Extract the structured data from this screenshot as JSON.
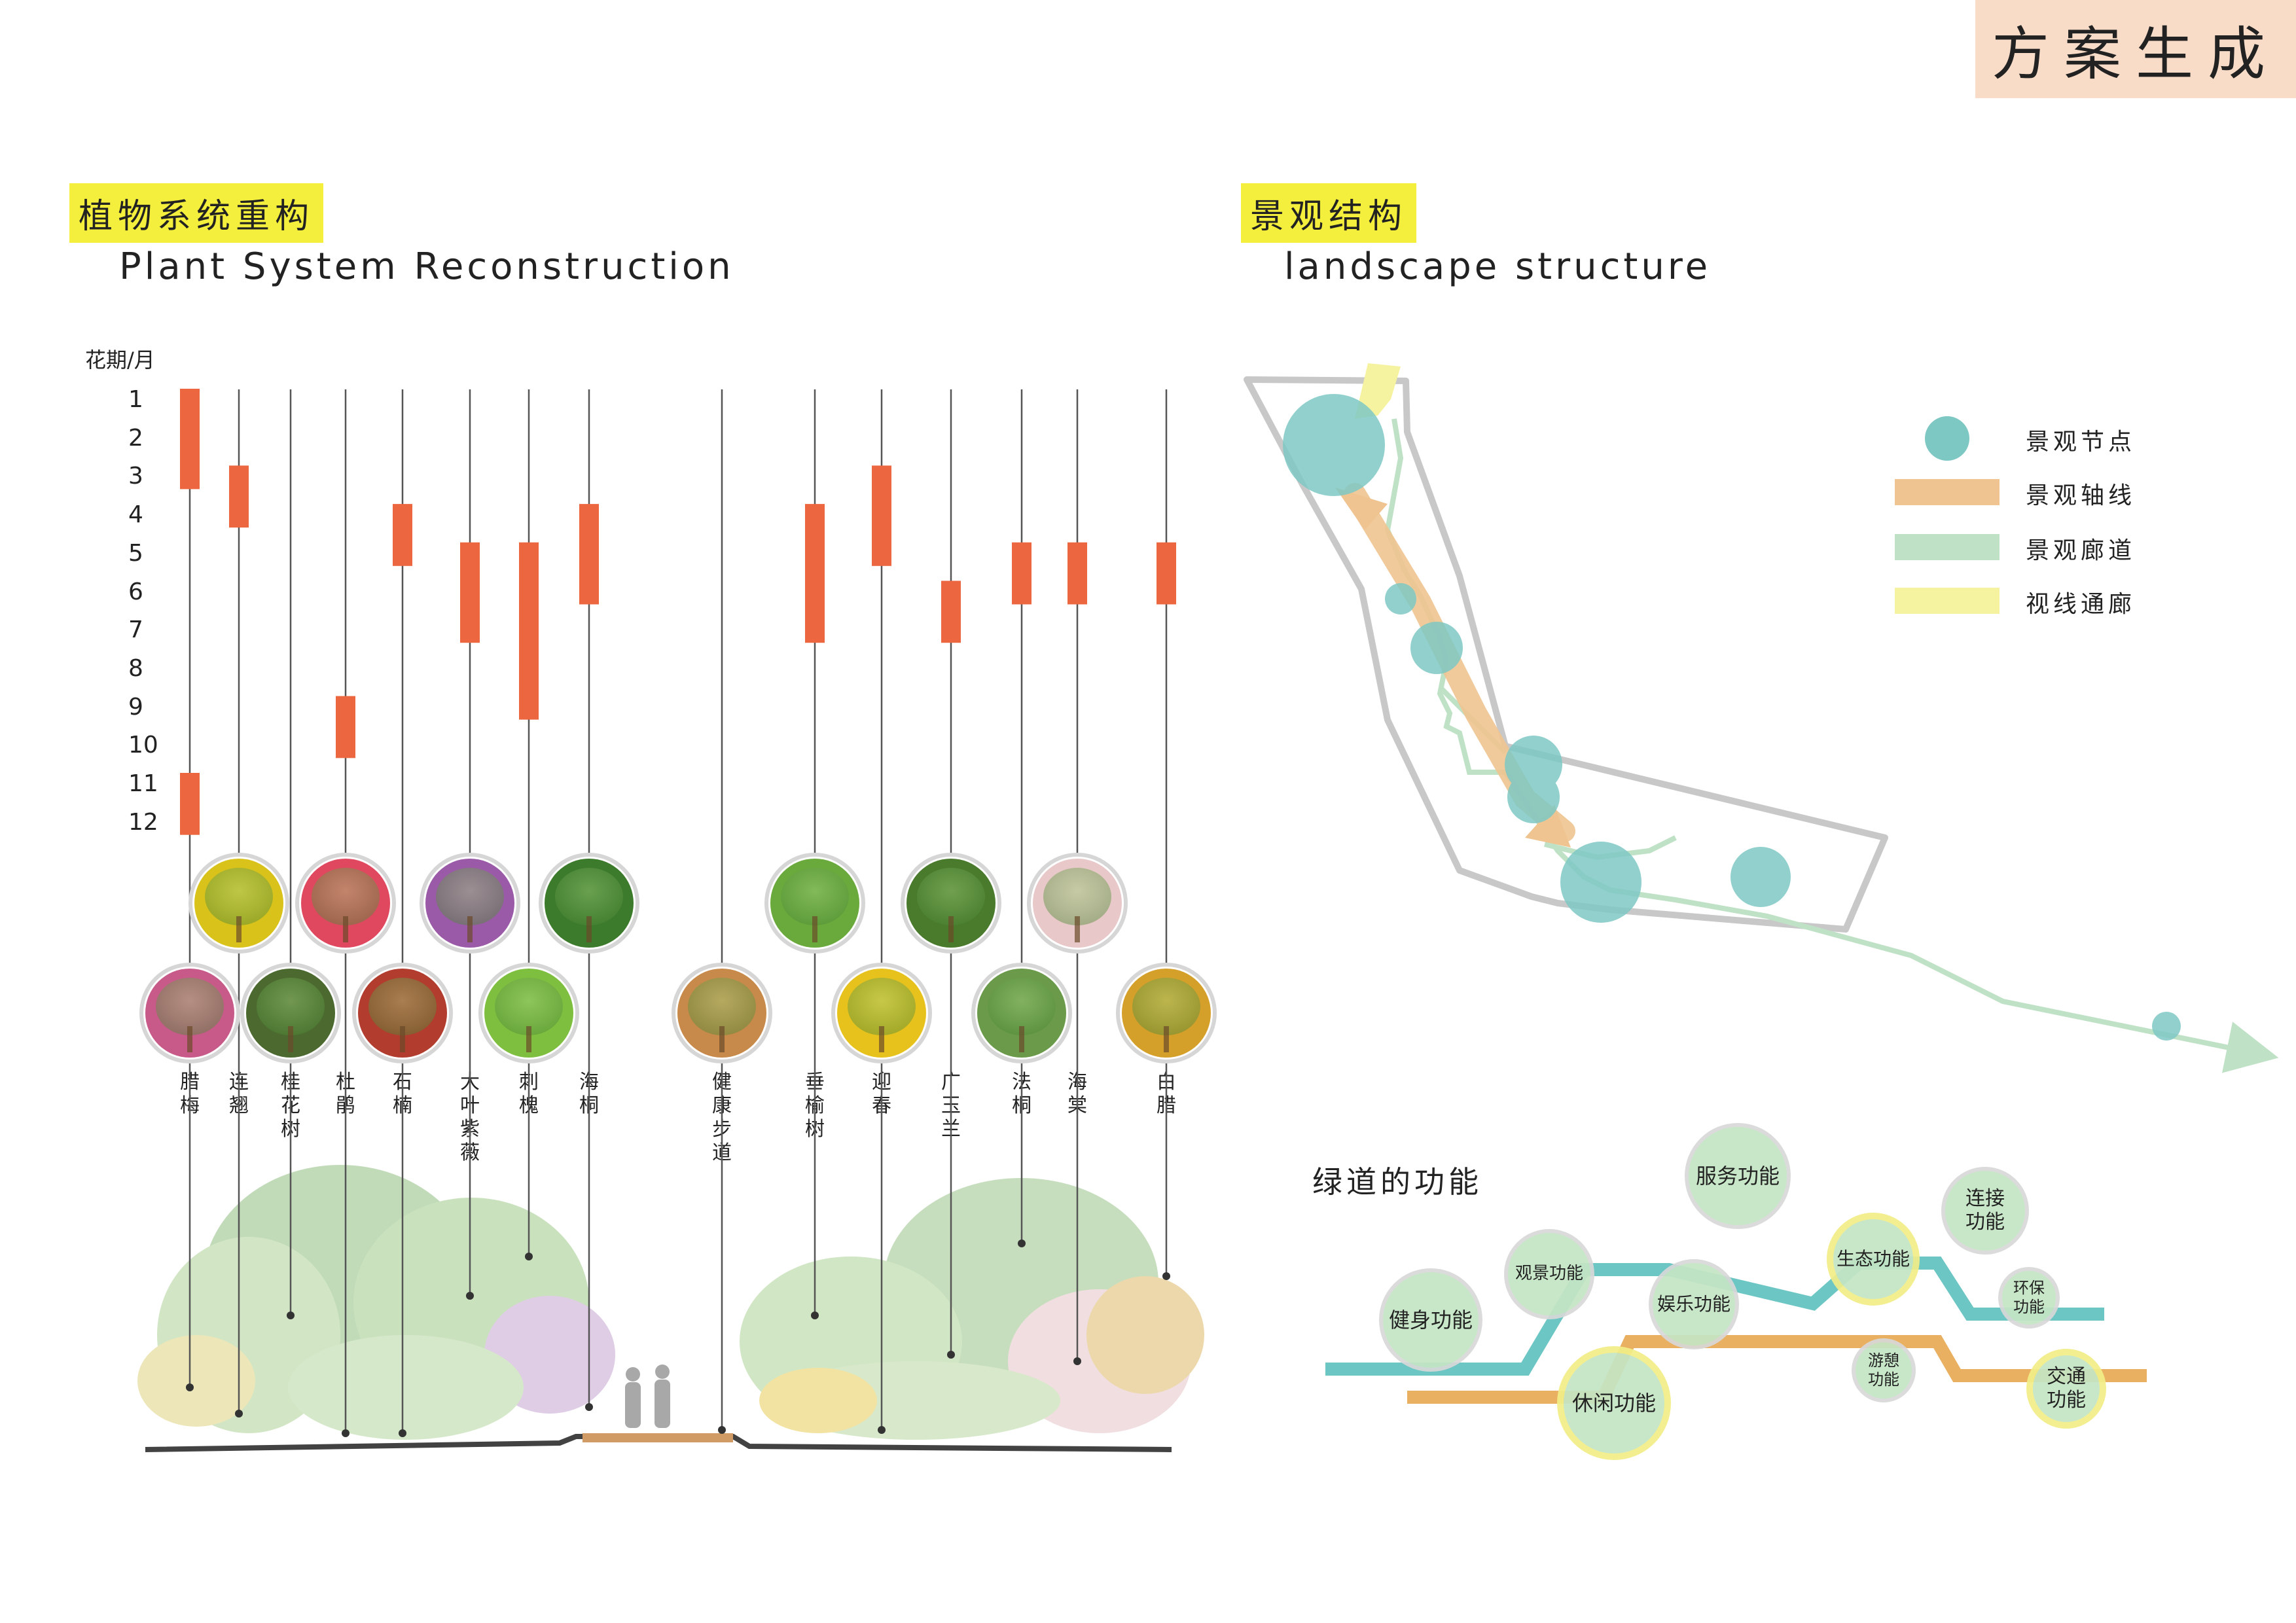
{
  "page_tag": "方案生成",
  "left": {
    "heading_cn": "植物系统重构",
    "heading_en": "Plant System Reconstruction",
    "axis_title": "花期/月",
    "months": [
      "1",
      "2",
      "3",
      "4",
      "5",
      "6",
      "7",
      "8",
      "9",
      "10",
      "11",
      "12"
    ],
    "plants": [
      {
        "name": "腊梅",
        "bloom": [
          [
            1,
            3
          ],
          [
            11,
            12
          ]
        ],
        "color": "#c85a8a"
      },
      {
        "name": "连翘",
        "bloom": [
          [
            3,
            4
          ]
        ],
        "color": "#d9c21a"
      },
      {
        "name": "桂花树",
        "bloom": [],
        "color": "#4c6a2f"
      },
      {
        "name": "杜鹃",
        "bloom": [
          [
            9,
            10
          ]
        ],
        "color": "#e04860"
      },
      {
        "name": "石楠",
        "bloom": [
          [
            4,
            5
          ]
        ],
        "color": "#b23c2e"
      },
      {
        "name": "大叶紫薇",
        "bloom": [
          [
            5,
            7
          ]
        ],
        "color": "#9a5aa8"
      },
      {
        "name": "刺槐",
        "bloom": [
          [
            5,
            9
          ]
        ],
        "color": "#7fbf3f"
      },
      {
        "name": "海桐",
        "bloom": [
          [
            4,
            6
          ]
        ],
        "color": "#3c7a2c"
      },
      {
        "name": "健康步道",
        "bloom": [],
        "color": "#c88a4a"
      },
      {
        "name": "垂榆树",
        "bloom": [
          [
            4,
            7
          ]
        ],
        "color": "#6aaa3c"
      },
      {
        "name": "迎春",
        "bloom": [
          [
            3,
            5
          ]
        ],
        "color": "#e8c21c"
      },
      {
        "name": "广玉兰",
        "bloom": [
          [
            6,
            7
          ]
        ],
        "color": "#4a7a2c"
      },
      {
        "name": "法桐",
        "bloom": [
          [
            5,
            6
          ]
        ],
        "color": "#6a9a4a"
      },
      {
        "name": "海棠",
        "bloom": [
          [
            5,
            6
          ]
        ],
        "color": "#e8c8c8"
      },
      {
        "name": "白腊",
        "bloom": [
          [
            5,
            6
          ]
        ],
        "color": "#d4a02a"
      }
    ]
  },
  "right": {
    "heading_cn": "景观结构",
    "heading_en": "landscape structure",
    "legend": [
      {
        "label": "景观节点",
        "color": "#7ec8c4"
      },
      {
        "label": "景观轴线",
        "color": "#f0c490"
      },
      {
        "label": "景观廊道",
        "color": "#bfe2c6"
      },
      {
        "label": "视线通廊",
        "color": "#f6f3a0"
      }
    ],
    "greenway_title": "绿道的功能",
    "functions": [
      "服务功能",
      "连接功能",
      "观景功能",
      "生态功能",
      "健身功能",
      "娱乐功能",
      "环保功能",
      "休闲功能",
      "游憩功能",
      "交通功能"
    ]
  },
  "colors": {
    "bar": "#ec6640",
    "teal": "#6cc6c4",
    "orange": "#eab061",
    "circle": "#c4e6c4"
  }
}
